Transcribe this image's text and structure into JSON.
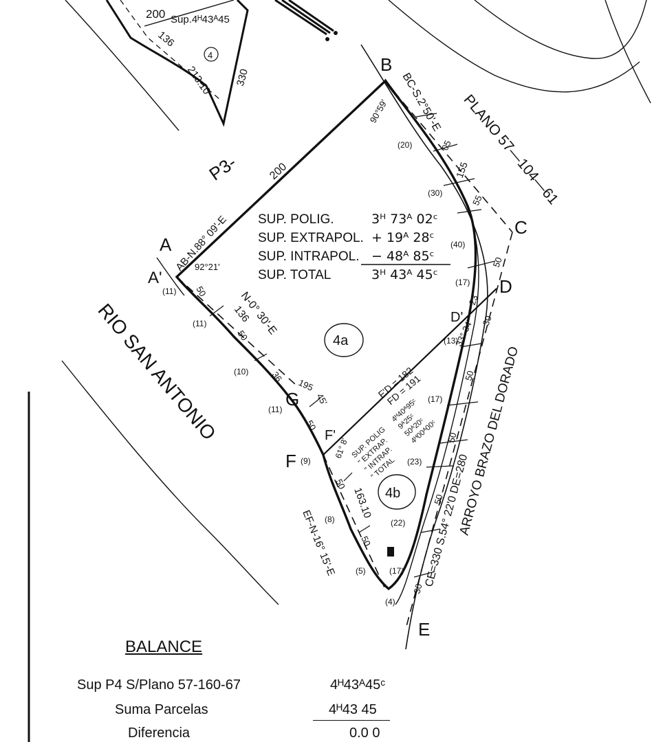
{
  "plan": {
    "top_left_parcel": {
      "dim_200": "200",
      "sup": "Sup.4ᴴ43ᴬ45",
      "parcel_no": "4",
      "dim_136": "136",
      "dim_21310": "213.10",
      "dim_330": "330",
      "sheet": "P3-"
    },
    "plano_ref": "PLANO    57—104—61",
    "river_name": "RIO SAN ANTONIO",
    "stream_name": "ARROYO  BRAZO  DEL  DORADO",
    "points": {
      "A": "A",
      "A_prime": "A'",
      "B": "B",
      "C": "C",
      "D": "D",
      "D_prime": "D'",
      "E": "E",
      "F": "F",
      "F_prime": "F'",
      "G": "G"
    },
    "bearings": {
      "ab": "AB-N.88° 09'-E",
      "bc": "BC-S.2°50'-E",
      "ag": "N-0° 30'-E",
      "ef": "EF-N-16° 15'-E",
      "de": "CE=330 S.54° 22'0 DE=280",
      "fd": "F'D = 182",
      "fd2": "FD = 191"
    },
    "dims": {
      "ab": "200",
      "ag": "136",
      "ef": "163.10",
      "ce": "155",
      "g_off": "195",
      "g_off2": "45'",
      "fifty": "50",
      "thirtysix": "36",
      "twentythree": "23",
      "thirty": "30",
      "fiftyfive": "55",
      "oh5": "05"
    },
    "angles": {
      "b": "90°59'",
      "a": "92°21'",
      "d": "33° 34'",
      "f": "61° 8'"
    },
    "survey_nos": [
      "(11)",
      "(11)",
      "(10)",
      "(11)",
      "(9)",
      "(8)",
      "(5)",
      "(4)",
      "(20)",
      "(30)",
      "(40)",
      "(17)",
      "(13)",
      "(17)",
      "(23)",
      "(22)",
      "(17)"
    ],
    "parcel_4a": {
      "label": "4a",
      "rows": [
        {
          "name": "SUP. POLIG.",
          "value": "3ᴴ 73ᴬ 02ᶜ"
        },
        {
          "name": "SUP. EXTRAPOL.",
          "value": "+ 19ᴬ 28ᶜ"
        },
        {
          "name": "SUP. INTRAPOL.",
          "value": "− 48ᴬ 85ᶜ"
        },
        {
          "name": "SUP. TOTAL",
          "value": "3ᴴ 43ᴬ 45ᶜ"
        }
      ]
    },
    "parcel_4b": {
      "label": "4b",
      "rows": [
        {
          "name": "SUP. POLIG",
          "value": "4ᴴ40ᴬ95ᶜ"
        },
        {
          "name": "\" EXTRAP.",
          "value": "9ᴬ25ᶜ"
        },
        {
          "name": "\" INTRAP.",
          "value": "50ᴬ20ᶜ"
        },
        {
          "name": "\" TOTAL",
          "value": "4ᴴ00ᴬ00ᶜ"
        }
      ]
    }
  },
  "balance": {
    "title": "BALANCE",
    "rows": [
      {
        "label": "Sup  P4 S/Plano  57-160-67",
        "value": "4ᴴ43ᴬ45ᶜ"
      },
      {
        "label": "Suma  Parcelas",
        "value": "4ᴴ43 45"
      },
      {
        "label": "Diferencia",
        "value": "0.0 0"
      }
    ]
  }
}
